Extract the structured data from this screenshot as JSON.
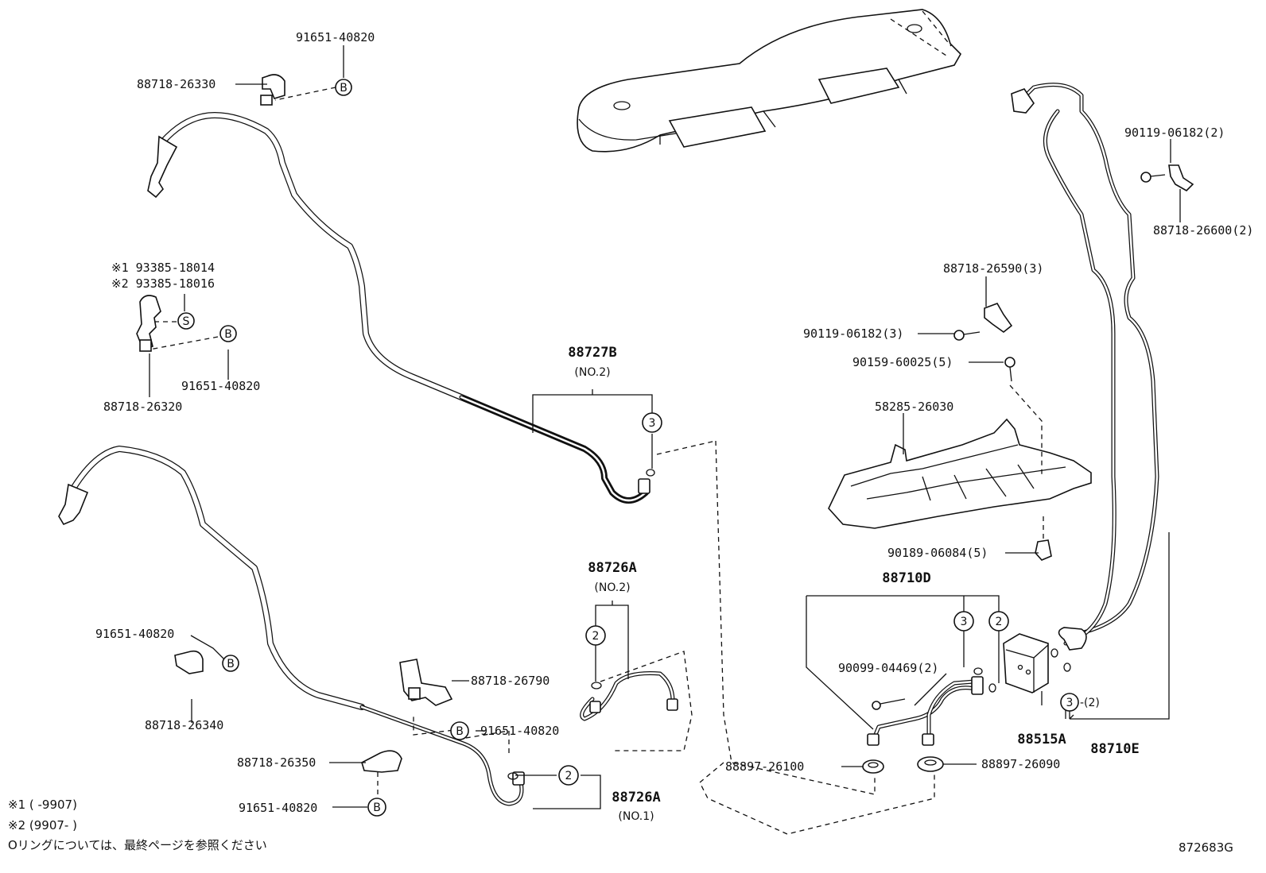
{
  "labels": {
    "p91651_top": "91651-40820",
    "p88718_26330": "88718-26330",
    "p93385_1": "※1 93385-18014",
    "p93385_2": "※2 93385-18016",
    "p91651_mid": "91651-40820",
    "p88718_26320": "88718-26320",
    "p88727b": "88727B",
    "p88727b_sub": "(NO.2)",
    "p91651_left": "91651-40820",
    "p88718_26340": "88718-26340",
    "p88718_26350": "88718-26350",
    "p91651_bot": "91651-40820",
    "p88726a_top": "88726A",
    "p88726a_top_sub": "(NO.2)",
    "p88718_26790": "88718-26790",
    "p91651_center": "91651-40820",
    "p88726a_bot": "88726A",
    "p88726a_bot_sub": "(NO.1)",
    "p90119_top": "90119-06182(2)",
    "p88718_26600": "88718-26600(2)",
    "p88718_26590": "88718-26590(3)",
    "p90119_mid": "90119-06182(3)",
    "p90159": "90159-60025(5)",
    "p58285": "58285-26030",
    "p90189": "90189-06084(5)",
    "p88710d": "88710D",
    "p90099": "90099-04469(2)",
    "p88897_26100": "88897-26100",
    "p88897_26090": "88897-26090",
    "p88515a": "88515A",
    "p88710e": "88710E",
    "p3_2": "-(2)"
  },
  "badges": {
    "b": "B",
    "s": "S",
    "two": "2",
    "three": "3"
  },
  "notes": {
    "n1": "※1 (     -9907)",
    "n2": "※2 (9907-     )",
    "n3": "Oリングについては、最終ページを参照ください"
  },
  "figure_id": "872683G"
}
